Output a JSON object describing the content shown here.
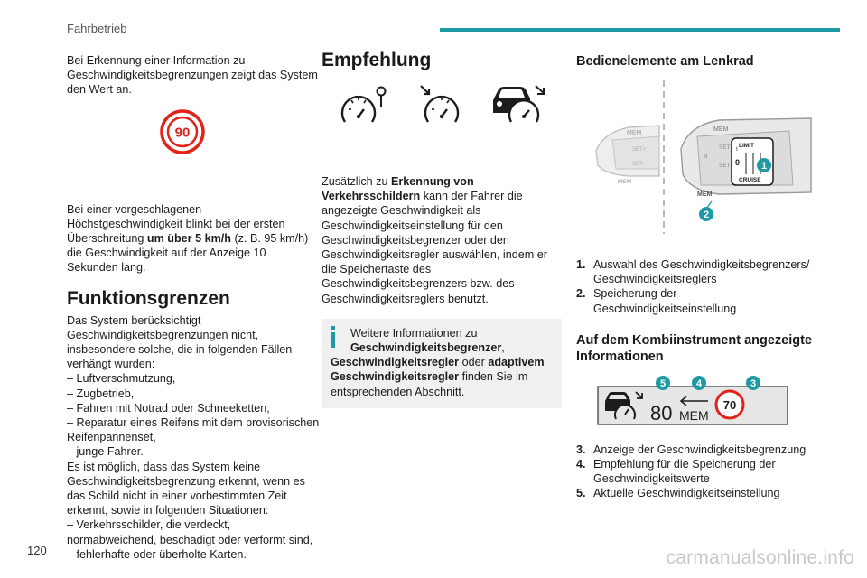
{
  "header": {
    "title": "Fahrbetrieb"
  },
  "page_number": "120",
  "watermark": "carmanualsonline.info",
  "col1": {
    "p1": "Bei Erkennung einer Information zu Geschwindigkeitsbegrenzungen zeigt das System den Wert an.",
    "sign_value": "90",
    "p2_a": "Bei einer vorgeschlagenen Höchstgeschwindigkeit blinkt bei der ersten Überschreitung ",
    "p2_b": "um über 5 km/h",
    "p2_c": " (z. B. 95 km/h) die Geschwindigkeit auf der Anzeige 10 Sekunden lang.",
    "heading": "Funktionsgrenzen",
    "p3": "Das System berücksichtigt Geschwindigkeitsbegrenzungen nicht, insbesondere solche, die in folgenden Fällen verhängt wurden:",
    "list1": [
      "– Luftverschmutzung,",
      "– Zugbetrieb,",
      "– Fahren mit Notrad oder Schneeketten,",
      "– Reparatur eines Reifens mit dem provisorischen Reifenpannenset,",
      "– junge Fahrer."
    ],
    "p4": "Es ist möglich, dass das System keine Geschwindigkeitsbegrenzung erkennt, wenn es das Schild nicht in einer vorbestimmten Zeit erkennt, sowie in folgenden Situationen:",
    "list2": [
      "– Verkehrsschilder, die verdeckt, normabweichend, beschädigt oder verformt sind,",
      "– fehlerhafte oder überholte Karten."
    ]
  },
  "col2": {
    "heading": "Empfehlung",
    "p1_a": "Zusätzlich zu ",
    "p1_b": "Erkennung von Verkehrsschildern",
    "p1_c": " kann der Fahrer die angezeigte Geschwindigkeit als Geschwindigkeitseinstellung für den Geschwindigkeitsbegrenzer oder den Geschwindigkeitsregler auswählen, indem er die Speichertaste des Geschwindigkeitsbegrenzers bzw. des Geschwindigkeitsreglers benutzt.",
    "info": {
      "a": "Weitere Informationen zu ",
      "b": "Geschwindigkeitsbegrenzer",
      "c": ", ",
      "d": "Geschwindigkeitsregler",
      "e": " oder ",
      "f": "adaptivem Geschwindigkeitsregler",
      "g": " finden Sie im entsprechenden Abschnitt."
    }
  },
  "col3": {
    "heading1": "Bedienelemente am Lenkrad",
    "stalk": {
      "label_mem": "MEM",
      "label_set_plus": "SET+",
      "label_set_minus": "SET-",
      "label_limit": "LIMIT",
      "label_cruise": "CRUISE",
      "label_zero": "0",
      "label_one": "I",
      "label_two": "II",
      "callout_1": "1",
      "callout_2": "2"
    },
    "list1": [
      {
        "num": "1.",
        "text": "Auswahl des Geschwindigkeitsbegrenzers/ Geschwindigkeitsreglers"
      },
      {
        "num": "2.",
        "text": "Speicherung der Geschwindigkeitseinstellung"
      }
    ],
    "heading2": "Auf dem Kombiinstrument angezeigte Informationen",
    "cluster": {
      "speed": "80",
      "mem": "MEM",
      "sign": "70",
      "callout_3": "3",
      "callout_4": "4",
      "callout_5": "5"
    },
    "list2": [
      {
        "num": "3.",
        "text": "Anzeige der Geschwindigkeitsbegrenzung"
      },
      {
        "num": "4.",
        "text": "Empfehlung für die Speicherung der Geschwindigkeitswerte"
      },
      {
        "num": "5.",
        "text": "Aktuelle Geschwindigkeitseinstellung"
      }
    ]
  },
  "colors": {
    "accent": "#1f9aa5",
    "sign_red": "#e2231a",
    "callout_teal": "#1f9aa5"
  }
}
